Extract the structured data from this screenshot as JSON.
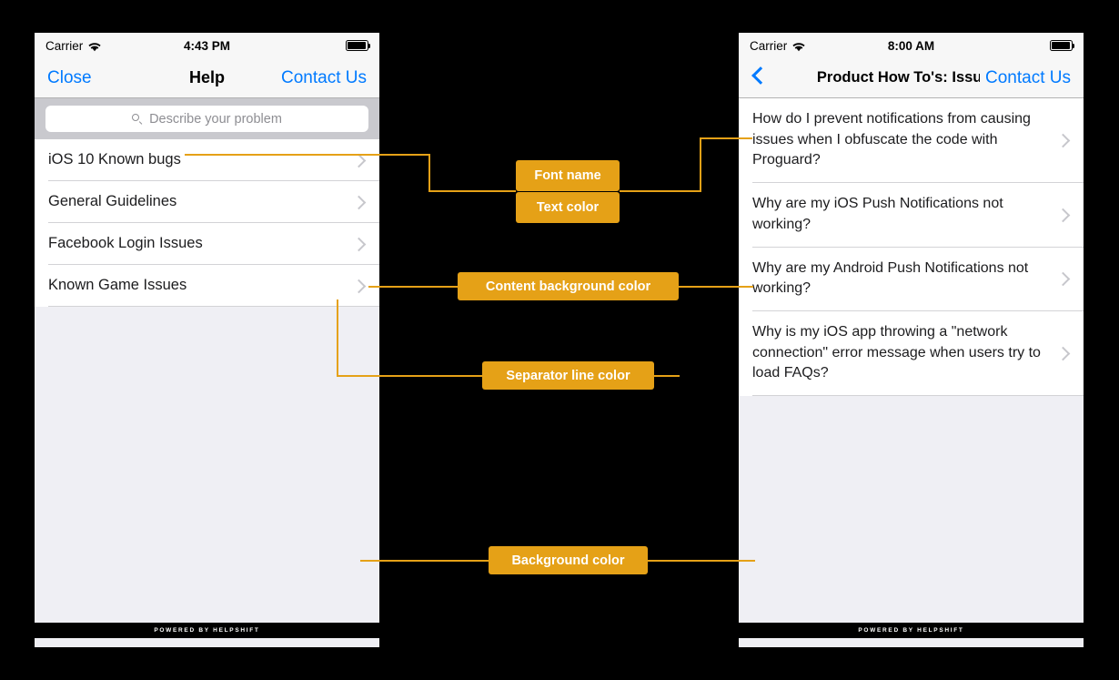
{
  "left_phone": {
    "status_bar": {
      "carrier": "Carrier",
      "wifi_icon": "wifi-icon",
      "time": "4:43 PM",
      "battery_icon": "battery-full-icon"
    },
    "nav_bar": {
      "left_label": "Close",
      "title": "Help",
      "right_label": "Contact Us"
    },
    "search": {
      "placeholder": "Describe your problem",
      "icon": "search-icon"
    },
    "list": [
      {
        "label": "iOS 10 Known bugs"
      },
      {
        "label": "General Guidelines"
      },
      {
        "label": "Facebook Login Issues"
      },
      {
        "label": "Known Game Issues"
      }
    ],
    "footer": "POWERED BY HELPSHIFT"
  },
  "right_phone": {
    "status_bar": {
      "carrier": "Carrier",
      "wifi_icon": "wifi-icon",
      "time": "8:00 AM",
      "battery_icon": "battery-full-icon"
    },
    "nav_bar": {
      "back_icon": "back-chevron-icon",
      "title": "Product How To's: Issue…",
      "right_label": "Contact Us"
    },
    "list": [
      {
        "label": "How do I prevent notifications from causing issues when I obfuscate the code with Proguard?"
      },
      {
        "label": "Why are my iOS Push Notifications not working?"
      },
      {
        "label": "Why are my Android Push Notifications not working?"
      },
      {
        "label": "Why is my iOS app throwing a \"network connection\" error message when users try to load FAQs?"
      }
    ],
    "footer": "POWERED BY HELPSHIFT"
  },
  "annotations": [
    {
      "id": "font-name",
      "label": "Font name"
    },
    {
      "id": "text-color",
      "label": "Text color"
    },
    {
      "id": "content-background-color",
      "label": "Content background color"
    },
    {
      "id": "separator-line-color",
      "label": "Separator line color"
    },
    {
      "id": "background-color",
      "label": "Background color"
    }
  ],
  "colors": {
    "annotation_badge": "#e5a117",
    "annotation_line": "#e5a117",
    "page_background": "#000000",
    "content_background": "#ffffff",
    "screen_background": "#efeff4",
    "separator_line": "#d3d3d6",
    "tint": "#007aff"
  }
}
